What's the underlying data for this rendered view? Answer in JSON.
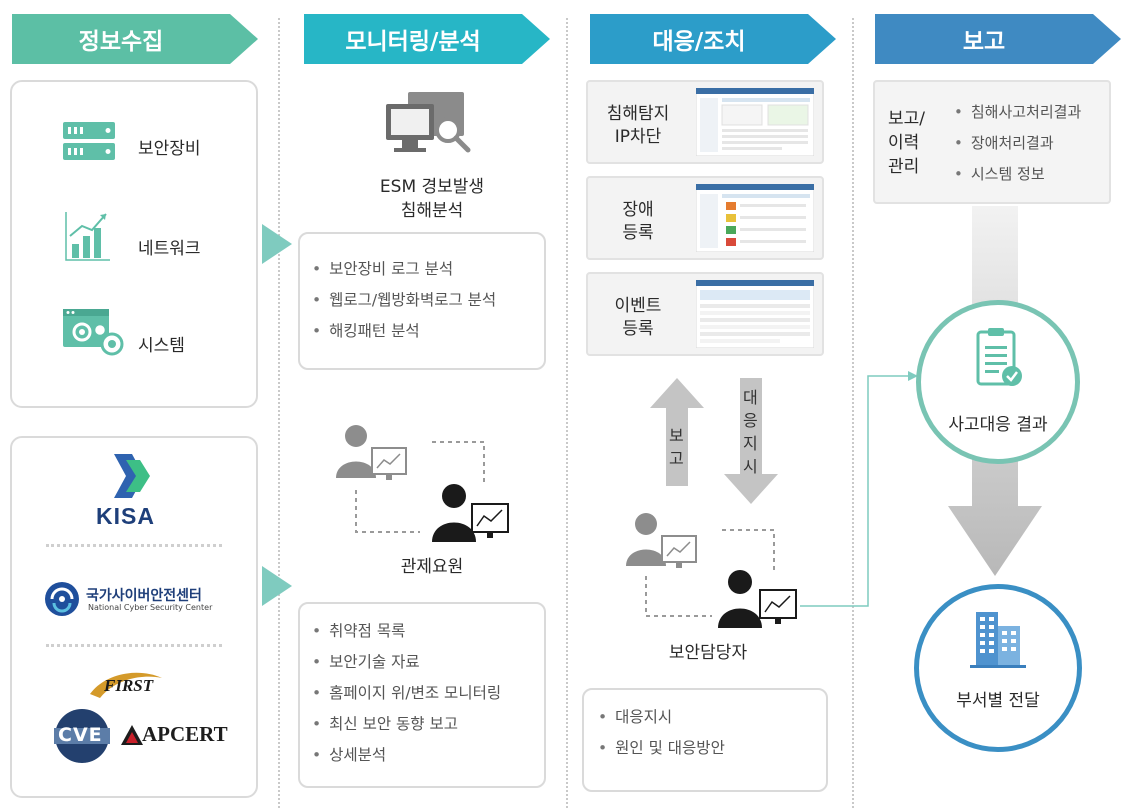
{
  "headers": [
    "정보수집",
    "모니터링/분석",
    "대응/조치",
    "보고"
  ],
  "colors": {
    "header1": "#5cbfa5",
    "header2": "#27b6c6",
    "header3": "#2c9dc9",
    "header4": "#3f8ac2",
    "teal_icon": "#5fbfa8",
    "circle_top": "#79c4b3",
    "circle_bottom": "#3a8fc4"
  },
  "collect": {
    "items": [
      "보안장비",
      "네트워크",
      "시스템"
    ],
    "orgs": {
      "kisa": "KISA",
      "ncsc_ko": "국가사이버안전센터",
      "ncsc_en": "National Cyber Security Center",
      "first": "FIRST",
      "cve": "CVE",
      "apcert": "APCERT"
    }
  },
  "monitor": {
    "esm_line1": "ESM 경보발생",
    "esm_line2": "침해분석",
    "esm_list": [
      "보안장비 로그 분석",
      "웹로그/웹방화벽로그 분석",
      "해킹패턴 분석"
    ],
    "staff": "관제요원",
    "staff_list": [
      "취약점 목록",
      "보안기술 자료",
      "홈페이지 위/변조 모니터링",
      "최신 보안 동향 보고",
      "상세분석"
    ]
  },
  "response": {
    "cards": [
      {
        "line1": "침해탐지",
        "line2": "IP차단"
      },
      {
        "line1": "장애",
        "line2": "등록"
      },
      {
        "line1": "이벤트",
        "line2": "등록"
      }
    ],
    "up_arrow": [
      "보",
      "고"
    ],
    "down_arrow": [
      "대",
      "응",
      "지",
      "시"
    ],
    "officer": "보안담당자",
    "list": [
      "대응지시",
      "원인 및 대응방안"
    ]
  },
  "report": {
    "box_label": [
      "보고/",
      "이력",
      "관리"
    ],
    "box_list": [
      "침해사고처리결과",
      "장애처리결과",
      "시스템 정보"
    ],
    "circle_top": "사고대응 결과",
    "circle_bottom": "부서별 전달"
  }
}
